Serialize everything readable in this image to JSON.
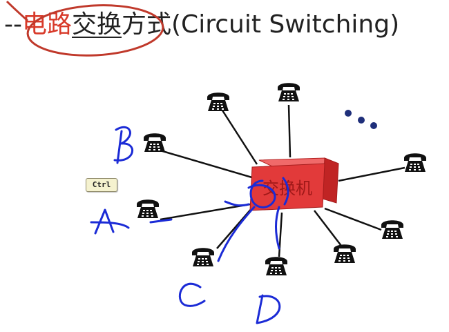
{
  "title": {
    "dash": "--",
    "part_red": "电路",
    "part_underlined": "交换",
    "part_rest": "方式(Circuit Switching)"
  },
  "switch_label": "交换机",
  "ctrl_badge": "Ctrl",
  "handwritten": {
    "b": "B",
    "a": "A",
    "c": "C",
    "d": "D"
  },
  "colors": {
    "title_red": "#d83a2a",
    "switch_red": "#e23a3a",
    "ink_blue": "#1b2bd6",
    "phone": "#111111",
    "dots": "#1f2f7a"
  },
  "icons": {
    "phone": "telephone-icon",
    "ellipsis": "ellipsis-dots"
  }
}
